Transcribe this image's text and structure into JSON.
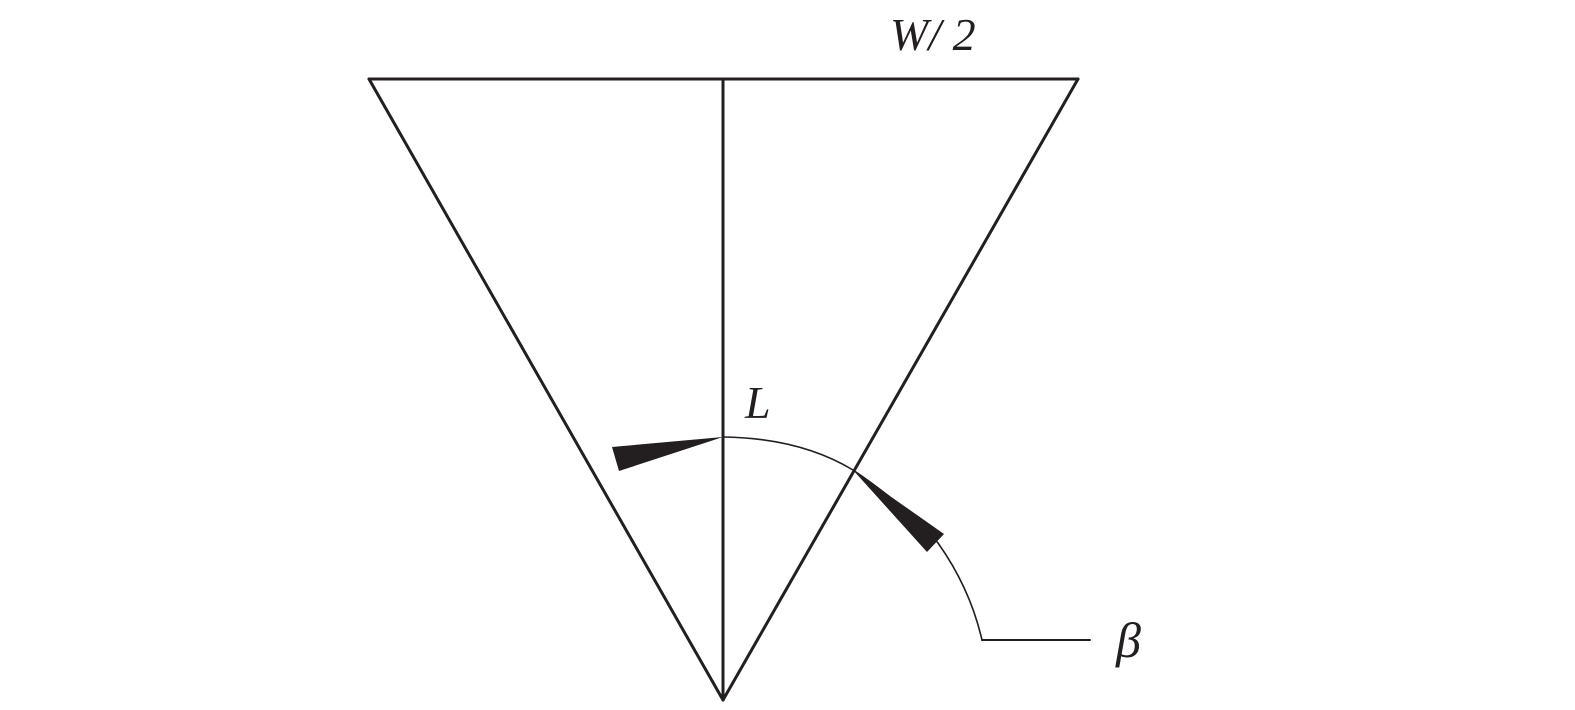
{
  "diagram": {
    "labels": {
      "half_width": "W/ 2",
      "length": "L",
      "angle": "β"
    },
    "colors": {
      "ink": "#231f20",
      "background": "#ffffff"
    }
  }
}
